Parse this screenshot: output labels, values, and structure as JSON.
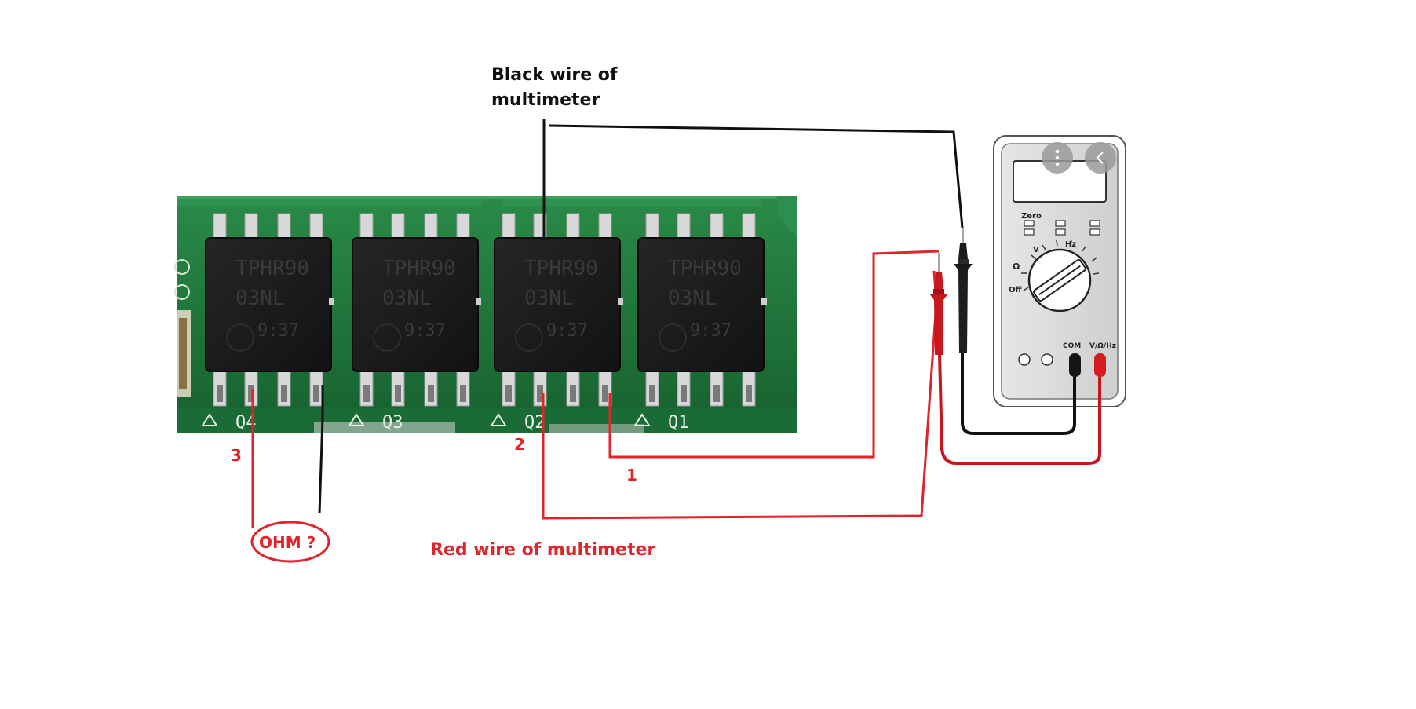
{
  "annotations": {
    "black_wire_line1": "Black wire of",
    "black_wire_line2": "multimeter",
    "red_wire": "Red wire of multimeter",
    "ohm_question": "OHM ?",
    "pin_numbers": [
      "1",
      "2",
      "3"
    ]
  },
  "board": {
    "chip_marking_line1": "TPHR90",
    "chip_marking_line2": "03NL",
    "chip_marking_line3": "9:37",
    "silkscreen_labels": [
      "Q4",
      "Q3",
      "Q2",
      "Q1"
    ]
  },
  "multimeter": {
    "button_label": "Zero",
    "dial_labels": [
      "V",
      "Hz",
      "Ω",
      "Off"
    ],
    "com_label": "COM",
    "vohm_label": "V/Ω/Hz",
    "overlay_icons": [
      "more-vert-icon",
      "chevron-left-icon"
    ]
  },
  "colors": {
    "annotation_red": "#e0242b",
    "annotation_black": "#111111",
    "pcb_green": "#1f7a3d",
    "chip_black": "#1b1b1b",
    "meter_grey": "#d9d9d9",
    "probe_red": "#c8161d"
  }
}
